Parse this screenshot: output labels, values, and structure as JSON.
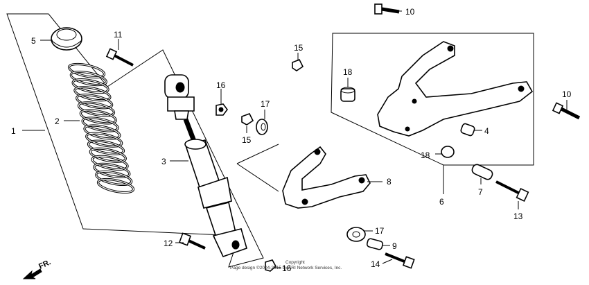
{
  "diagram": {
    "callouts": [
      {
        "id": "c1",
        "text": "1"
      },
      {
        "id": "c2",
        "text": "2"
      },
      {
        "id": "c3",
        "text": "3"
      },
      {
        "id": "c4",
        "text": "4"
      },
      {
        "id": "c5",
        "text": "5"
      },
      {
        "id": "c6",
        "text": "6"
      },
      {
        "id": "c7",
        "text": "7"
      },
      {
        "id": "c8",
        "text": "8"
      },
      {
        "id": "c9",
        "text": "9"
      },
      {
        "id": "c10a",
        "text": "10"
      },
      {
        "id": "c10b",
        "text": "10"
      },
      {
        "id": "c11",
        "text": "11"
      },
      {
        "id": "c12",
        "text": "12"
      },
      {
        "id": "c13",
        "text": "13"
      },
      {
        "id": "c14",
        "text": "14"
      },
      {
        "id": "c15a",
        "text": "15"
      },
      {
        "id": "c15b",
        "text": "15"
      },
      {
        "id": "c16a",
        "text": "16"
      },
      {
        "id": "c16b",
        "text": "16"
      },
      {
        "id": "c17a",
        "text": "17"
      },
      {
        "id": "c17b",
        "text": "17"
      },
      {
        "id": "c18a",
        "text": "18"
      },
      {
        "id": "c18b",
        "text": "18"
      }
    ],
    "direction_label": "FR.",
    "copyright_line1": "Copyright",
    "copyright_line2": "Page design ©2004-2015 by ARI Network Services, Inc."
  }
}
